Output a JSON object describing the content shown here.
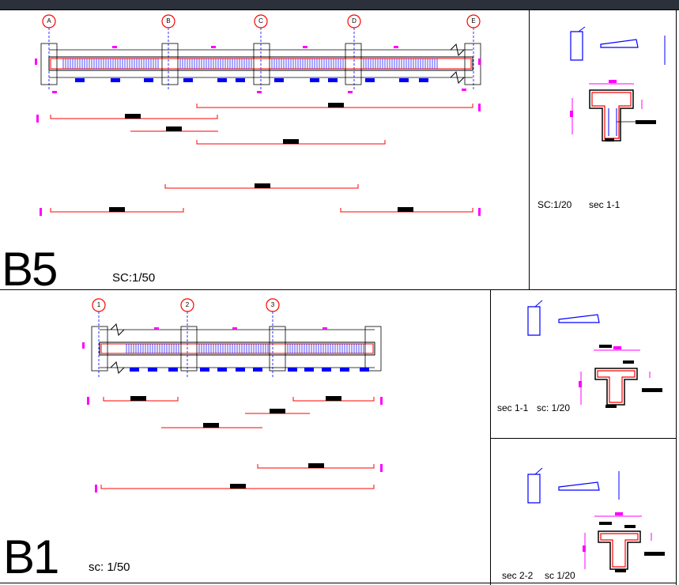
{
  "top": {
    "title": "B5",
    "scale": "SC:1/50",
    "grid_axes": [
      "A",
      "B",
      "C",
      "D",
      "E"
    ],
    "section_scale": "SC:1/20",
    "section_name": "sec 1-1"
  },
  "bottom": {
    "title": "B1",
    "scale": "sc: 1/50",
    "grid_axes": [
      "1",
      "2",
      "3"
    ],
    "section1": {
      "name": "sec 1-1",
      "scale": "sc: 1/20"
    },
    "section2": {
      "name": "sec 2-2",
      "scale": "sc  1/20"
    }
  },
  "colors": {
    "frame": "#000000",
    "rebar": "#ff0000",
    "dimension": "#ff00ff",
    "axis": "#0000ff",
    "stirrup": "#0000ff",
    "topbar": "#2b303a"
  }
}
